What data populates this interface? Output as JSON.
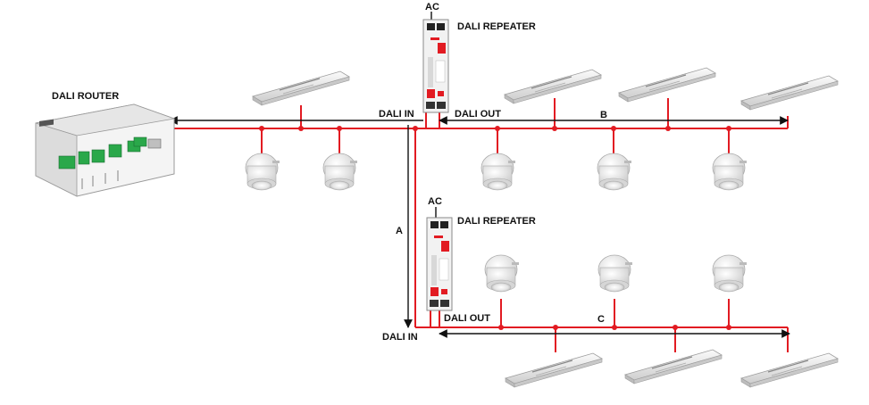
{
  "labels": {
    "router": "DALI ROUTER",
    "repeater_top": "DALI REPEATER",
    "repeater_bottom": "DALI REPEATER",
    "ac_top": "AC",
    "ac_bottom": "AC",
    "dali_in_top": "DALI IN",
    "dali_out_top": "DALI OUT",
    "dali_in_bottom": "DALI IN",
    "dali_out_bottom": "DALI OUT",
    "line_a": "A",
    "line_b": "B",
    "line_c": "C"
  },
  "colors": {
    "bus": "#e21b22",
    "arrow": "#111111",
    "node": "#e21b22",
    "device_body": "#eeeeee",
    "sensor_body": "#f3f3f3",
    "router_terminal": "#2aa84a"
  }
}
